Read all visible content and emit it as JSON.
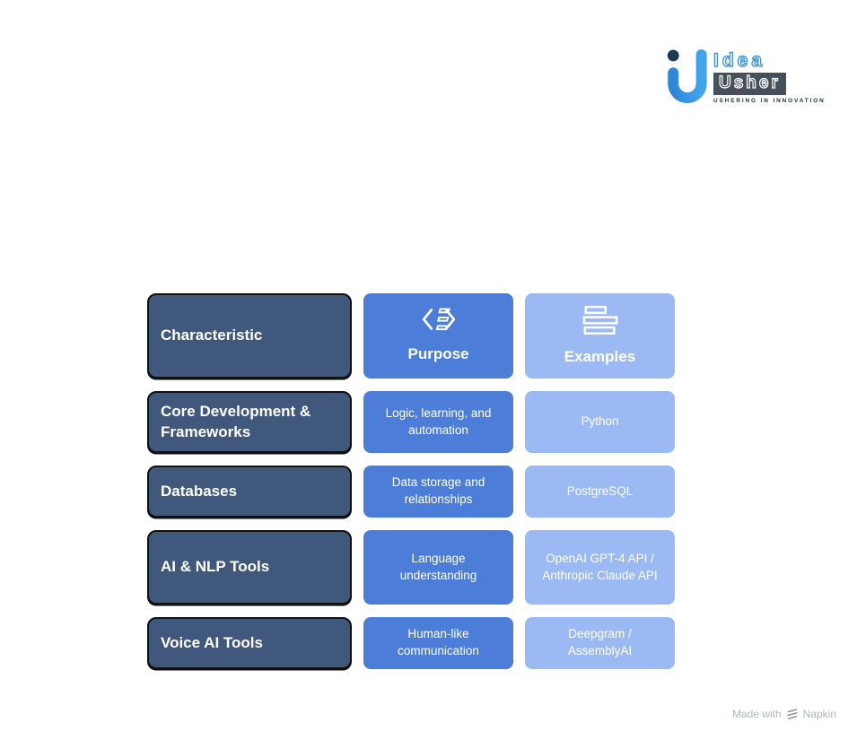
{
  "logo": {
    "brand_top": "Idea",
    "brand_bottom": "Usher",
    "tagline": "USHERING IN INNOVATION",
    "colors": {
      "mark_blue": "#2E86D8",
      "mark_light_blue": "#41A5EC",
      "dot_navy": "#1B3A55",
      "usher_box": "#46505A",
      "idea_text": "#3D97DC",
      "tagline_text": "#1F3140"
    }
  },
  "table": {
    "columns": [
      {
        "header": "Characteristic",
        "color": "#40587C"
      },
      {
        "header": "Purpose",
        "icon": "transfer-arrows-icon",
        "color": "#4C7ED9"
      },
      {
        "header": "Examples",
        "icon": "stacked-bars-icon",
        "color": "#9BBAF4"
      }
    ],
    "rows": [
      {
        "characteristic": "Core Development & Frameworks",
        "purpose": "Logic, learning, and automation",
        "examples": "Python"
      },
      {
        "characteristic": "Databases",
        "purpose": "Data storage and relationships",
        "examples": "PostgreSQL"
      },
      {
        "characteristic": "AI & NLP Tools",
        "purpose": "Language understanding",
        "examples": "OpenAI GPT-4 API / Anthropic Claude API"
      },
      {
        "characteristic": "Voice AI Tools",
        "purpose": "Human-like communication",
        "examples": "Deepgram / AssemblyAI"
      }
    ]
  },
  "attribution": {
    "prefix": "Made with",
    "brand": "Napkin",
    "text_color": "#B3B6B9"
  }
}
